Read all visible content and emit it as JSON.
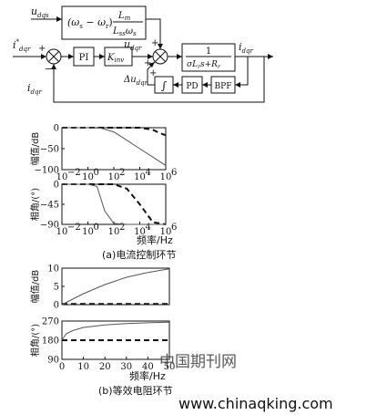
{
  "block_diagram": {
    "inputs": {
      "u_dq_top": "u",
      "u_dq_top_sub": "dqs",
      "i_ref": "i",
      "i_ref_sup": "*",
      "i_ref_sub": "dqr",
      "i_fb": "i",
      "i_fb_sub": "dqr"
    },
    "blocks": {
      "feedforward_left": "(ω",
      "feedforward_mid": " − ω",
      "feedforward_right": ")",
      "ff_sub_s": "s",
      "ff_sub_r": "r",
      "ff_num": "L",
      "ff_num_sub": "m",
      "ff_den": "L",
      "ff_den_sub": "ss",
      "ff_den_w": "ω",
      "ff_den_w_sub": "s",
      "pi": "PI",
      "kinv": "K",
      "kinv_sub": "inv",
      "plant_num": "1",
      "plant_den": "σL",
      "plant_den_sub_r": "r",
      "plant_den_s": "s+R",
      "plant_den_sub_r2": "r",
      "integrator": "∫",
      "pd": "PD",
      "bpf": "BPF"
    },
    "signals": {
      "u_dqr": "u",
      "u_dqr_sub": "dqr",
      "delta_u": "Δu",
      "delta_u_sub": "dqr",
      "out": "i",
      "out_sub": "dqr"
    },
    "signs": {
      "plus": "+",
      "minus": "−"
    }
  },
  "chart_data": [
    {
      "type": "line",
      "panel": "a",
      "subplots": [
        {
          "ylabel": "幅值/dB",
          "xscale": "log",
          "xlim": [
            0.01,
            1000000
          ],
          "ylim": [
            -100,
            0
          ],
          "yticks": [
            "0",
            "−50",
            "−100"
          ],
          "xticks": [
            "10",
            "10",
            "10",
            "10",
            "10"
          ],
          "xtick_exps": [
            "−2",
            "0",
            "2",
            "4",
            "6"
          ],
          "series": [
            {
              "style": "dashed",
              "x": [
                0.01,
                1,
                100,
                10000,
                100000,
                300000,
                1000000
              ],
              "y": [
                0,
                0,
                0,
                0,
                -5,
                -12,
                -18
              ]
            },
            {
              "style": "solid",
              "x": [
                0.01,
                1,
                10,
                100,
                1000,
                10000,
                100000,
                1000000
              ],
              "y": [
                0,
                0,
                -1,
                -10,
                -30,
                -50,
                -70,
                -90
              ]
            }
          ]
        },
        {
          "ylabel": "相角/(°)",
          "xscale": "log",
          "xlim": [
            0.01,
            1000000
          ],
          "ylim": [
            -90,
            0
          ],
          "yticks": [
            "0",
            "−45",
            "−90"
          ],
          "xticks": [
            "10",
            "10",
            "10",
            "10",
            "10"
          ],
          "xtick_exps": [
            "−2",
            "0",
            "2",
            "4",
            "6"
          ],
          "series": [
            {
              "style": "dashed",
              "x": [
                0.01,
                100,
                1000,
                10000,
                100000,
                1000000
              ],
              "y": [
                0,
                0,
                -10,
                -45,
                -85,
                -90
              ]
            },
            {
              "style": "solid",
              "x": [
                0.01,
                1,
                5,
                20,
                100,
                1000,
                1000000
              ],
              "y": [
                0,
                0,
                -5,
                -60,
                -88,
                -90,
                -90
              ]
            }
          ]
        }
      ],
      "xlabel": "频率/Hz",
      "caption": "(a)电流控制环节"
    },
    {
      "type": "line",
      "panel": "b",
      "subplots": [
        {
          "ylabel": "幅值/dB",
          "xlim": [
            0,
            50
          ],
          "ylim": [
            0,
            10
          ],
          "yticks": [
            "10",
            "5",
            "0"
          ],
          "xticks": [],
          "series": [
            {
              "style": "dashed",
              "x": [
                0,
                50
              ],
              "y": [
                0.2,
                0.2
              ]
            },
            {
              "style": "solid",
              "x": [
                0,
                5,
                10,
                20,
                30,
                40,
                50
              ],
              "y": [
                0,
                1.5,
                3,
                5.5,
                7.5,
                8.8,
                9.8
              ]
            }
          ]
        },
        {
          "ylabel": "相角/(°)",
          "xlim": [
            0,
            50
          ],
          "ylim": [
            90,
            270
          ],
          "yticks": [
            "270",
            "180",
            "90"
          ],
          "xticks": [
            "0",
            "10",
            "20",
            "30",
            "40",
            "50"
          ],
          "series": [
            {
              "style": "dashed",
              "x": [
                0,
                50
              ],
              "y": [
                180,
                180
              ]
            },
            {
              "style": "solid",
              "x": [
                0,
                2,
                5,
                10,
                20,
                30,
                40,
                50
              ],
              "y": [
                180,
                210,
                225,
                240,
                252,
                258,
                262,
                265
              ]
            }
          ]
        }
      ],
      "xlabel": "频率/Hz",
      "caption": "(b)等效电阻环节"
    }
  ],
  "watermark": {
    "cn": "中国期刊网",
    "url": "www.chinaqking.com"
  }
}
